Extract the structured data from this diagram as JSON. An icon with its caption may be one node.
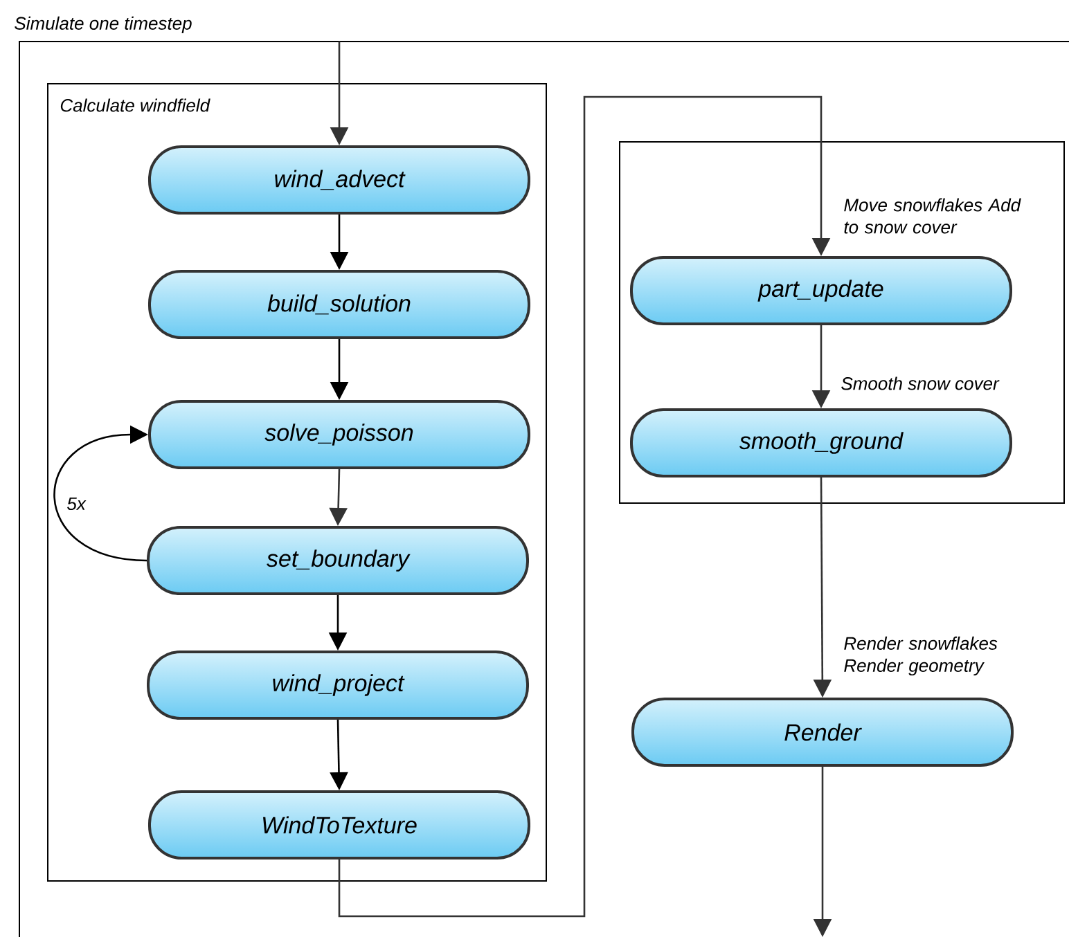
{
  "diagram": {
    "nodes": [
      {
        "text": [
          "Simulate one timestep"
        ]
      },
      {
        "text": [
          "Calculate windfield"
        ],
        "in": 0
      },
      {
        "text": [
          "wind_advect"
        ],
        "in": 1
      },
      {
        "text": [
          "build_solution"
        ],
        "in": 1
      },
      {
        "text": [
          "solve_poisson"
        ],
        "in": 1
      },
      {
        "text": [
          "set_boundary"
        ],
        "in": 1
      },
      {
        "text": [
          "wind_project"
        ],
        "in": 1
      },
      {
        "text": [
          "WindToTexture"
        ],
        "in": 1
      },
      {
        "text": [],
        "shape": "box",
        "in": 0
      },
      {
        "text": [
          "part_update"
        ],
        "in": 8
      },
      {
        "text": [
          "smooth_ground"
        ],
        "in": 8
      },
      {
        "text": [
          "Render"
        ],
        "in": 0
      }
    ],
    "edges": [
      {
        "from": null,
        "to": 2,
        "arrow": "to"
      },
      {
        "from": 2,
        "to": 3,
        "arrow": "to",
        "color": "#000000"
      },
      {
        "from": 3,
        "to": 4,
        "arrow": "to",
        "color": "#000000"
      },
      {
        "from": 4,
        "to": 5,
        "arrow": "to"
      },
      {
        "from": 5,
        "to": 4,
        "arrow": "to",
        "label": "5x",
        "color": "#000000"
      },
      {
        "from": 5,
        "to": 6,
        "arrow": "to",
        "color": "#000000"
      },
      {
        "from": 6,
        "to": 7,
        "arrow": "to",
        "color": "#000000"
      },
      {
        "from": 7,
        "to": 9,
        "arrow": "to",
        "label": "Move snowflakes Add to snow cover"
      },
      {
        "from": 9,
        "to": 10,
        "arrow": "to",
        "label": "Smooth snow cover"
      },
      {
        "from": 10,
        "to": 11,
        "arrow": "to",
        "label": "Render snowflakes Render geometry"
      },
      {
        "from": 11,
        "to": null,
        "arrow": "to"
      }
    ]
  }
}
